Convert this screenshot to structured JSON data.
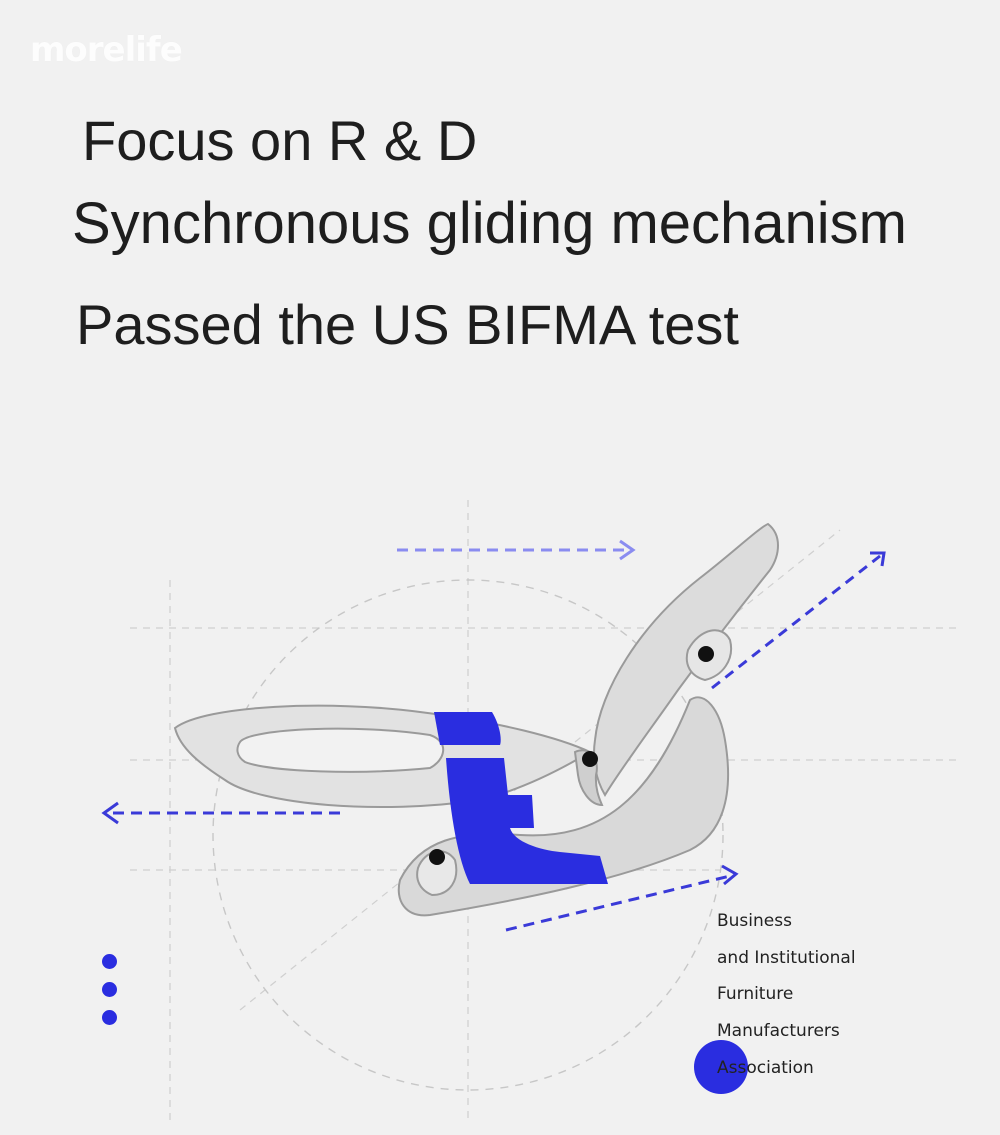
{
  "brand": {
    "logo_text": "morelife"
  },
  "headlines": [
    "Focus on R & D",
    "Synchronous gliding mechanism",
    "Passed the US BIFMA test"
  ],
  "bifma_lines": [
    "Business",
    "and Institutional",
    "Furniture",
    "Manufacturers",
    "Association"
  ],
  "colors": {
    "accent_blue": "#2a2de0",
    "light_blue": "#8a8cf0",
    "background": "#f1f1f1",
    "text": "#1e1e1e"
  },
  "icons": [
    "chair-mechanism-illustration",
    "direction-arrow-icon",
    "pagination-dots"
  ]
}
